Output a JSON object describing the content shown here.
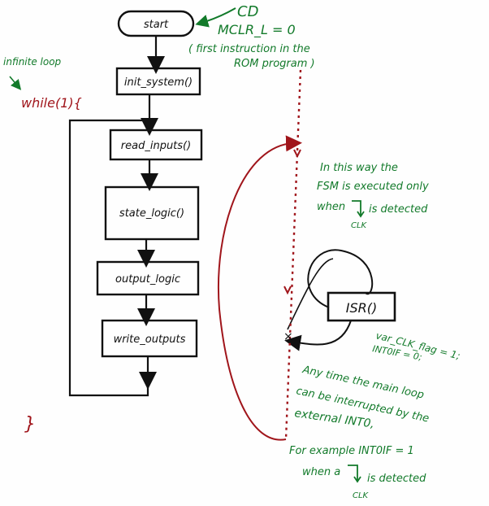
{
  "flowchart": {
    "start": "start",
    "init": "init_system()",
    "read": "read_inputs()",
    "state": "state_logic()",
    "output": "output_logic",
    "write": "write_outputs",
    "isr": "ISR()"
  },
  "annotations": {
    "cd": "CD",
    "mclr": "MCLR_L = 0",
    "first_instr_1": "( first instruction in the",
    "first_instr_2": "ROM program )",
    "infinite_loop": "infinite loop",
    "while": "while(1){",
    "close_brace": "}",
    "fsm_1": "In this way the",
    "fsm_2": "FSM is executed only",
    "fsm_3_a": "when",
    "fsm_3_b": "is detected",
    "clk": "CLK",
    "isr_code_1": "var_CLK_flag = 1;",
    "isr_code_2": "INT0IF = 0;",
    "any_1": "Any time the main loop",
    "any_2": "can be interrupted by the",
    "any_3": "external INT0,",
    "ex_1": "For example  INT0IF = 1",
    "ex_2_a": "when a",
    "ex_2_b": "is detected",
    "clk2": "CLK"
  },
  "colors": {
    "ink": "#111111",
    "green": "#127a2a",
    "red": "#a0151b"
  }
}
